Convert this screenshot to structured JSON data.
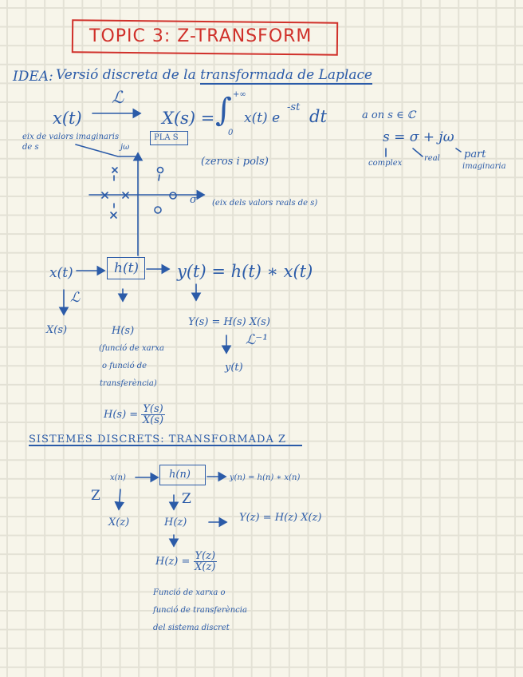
{
  "title": "TOPIC 3:  Z-TRANSFORM",
  "idea": {
    "label": "IDEA:",
    "text_prefix": "Versió discreta de la ",
    "text_underlined": "transformada de Laplace"
  },
  "laplace": {
    "input": "x(t)",
    "operator": "ℒ",
    "output": "X(s) =",
    "integral_upper": "+∞",
    "integral_lower": "0",
    "integrand": "x(t) e",
    "exponent": "-st",
    "differential": "dt",
    "domain": "a on  s ∈ ℂ",
    "s_def": "s = σ + jω",
    "s_annotation_complex": "complex",
    "s_annotation_real": "real",
    "s_annotation_imag_1": "part",
    "s_annotation_imag_2": "imaginaria"
  },
  "splane": {
    "imag_axis_note_1": "eix de valors imaginaris",
    "imag_axis_note_2": "de s",
    "imag_axis_label": "jω",
    "plane_label": "PLA S",
    "zeros_poles": "(zeros i pols)",
    "real_axis_label": "σ",
    "real_axis_note": "(eix dels valors reals de s)"
  },
  "continuous_system": {
    "input": "x(t)",
    "block": "h(t)",
    "output_eq": "y(t) = h(t) ∗ x(t)",
    "laplace_arrow": "ℒ",
    "X": "X(s)",
    "H": "H(s)",
    "H_desc_1": "(funció de xarxa",
    "H_desc_2": "o funció de",
    "H_desc_3": "transferència)",
    "Y_eq": "Y(s) = H(s) X(s)",
    "inverse": "ℒ⁻¹",
    "y_back": "y(t)",
    "H_ratio_lhs": "H(s) =",
    "H_ratio_num": "Y(s)",
    "H_ratio_den": "X(s)"
  },
  "discrete_heading": "SISTEMES DISCRETS: TRANSFORMADA Z",
  "discrete_system": {
    "input": "x(n)",
    "block": "h(n)",
    "output_eq": "y(n) = h(n) ∗ x(n)",
    "z_left": "Z",
    "z_mid": "Z",
    "X": "X(z)",
    "H": "H(z)",
    "Y_eq": "Y(z) = H(z) X(z)",
    "H_ratio_lhs": "H(z) =",
    "H_ratio_num": "Y(z)",
    "H_ratio_den": "X(z)",
    "desc_1": "Funció de xarxa o",
    "desc_2": "funció de transferència",
    "desc_3": "del sistema discret"
  },
  "colors": {
    "ink": "#2b5ba8",
    "title": "#d0302a",
    "paper": "#f7f5ea",
    "grid": "#e3e1d5"
  }
}
